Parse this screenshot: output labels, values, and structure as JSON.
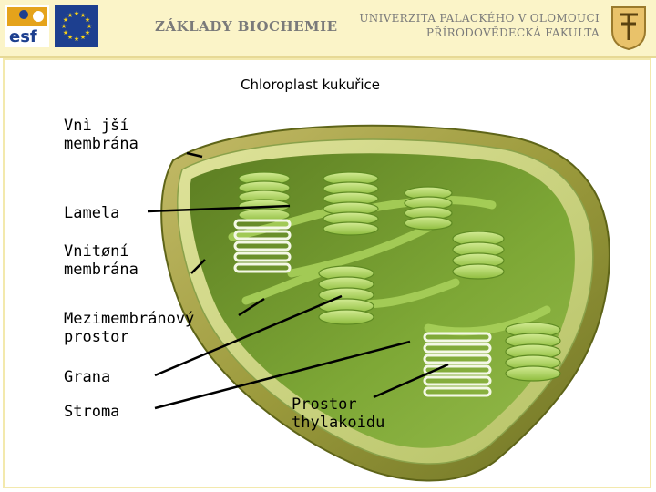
{
  "header": {
    "program_logo": "esf",
    "title": "ZÁKLADY BIOCHEMIE",
    "university_line1": "UNIVERZITA PALACKÉHO V OLOMOUCI",
    "university_line2": "PŘÍRODOVĚDECKÁ FAKULTA"
  },
  "diagram": {
    "title": "Chloroplast kukuřice",
    "labels": {
      "outer_membrane": [
        "Vnì jší",
        "membrána"
      ],
      "lamella": "Lamela",
      "inner_membrane": [
        "Vnitøní",
        "membrána"
      ],
      "intermembrane_space": [
        "Mezimembránový",
        "prostor"
      ],
      "grana": "Grana",
      "stroma": "Stroma",
      "thylakoid_space": [
        "Prostor",
        "thylakoidu"
      ]
    },
    "colors": {
      "outer_membrane": "#9b9a3c",
      "inner_membrane": "#c9d27a",
      "stroma": "#7ea836",
      "thylakoid": "#9cc84a",
      "header_band": "#fbf4c8"
    }
  }
}
